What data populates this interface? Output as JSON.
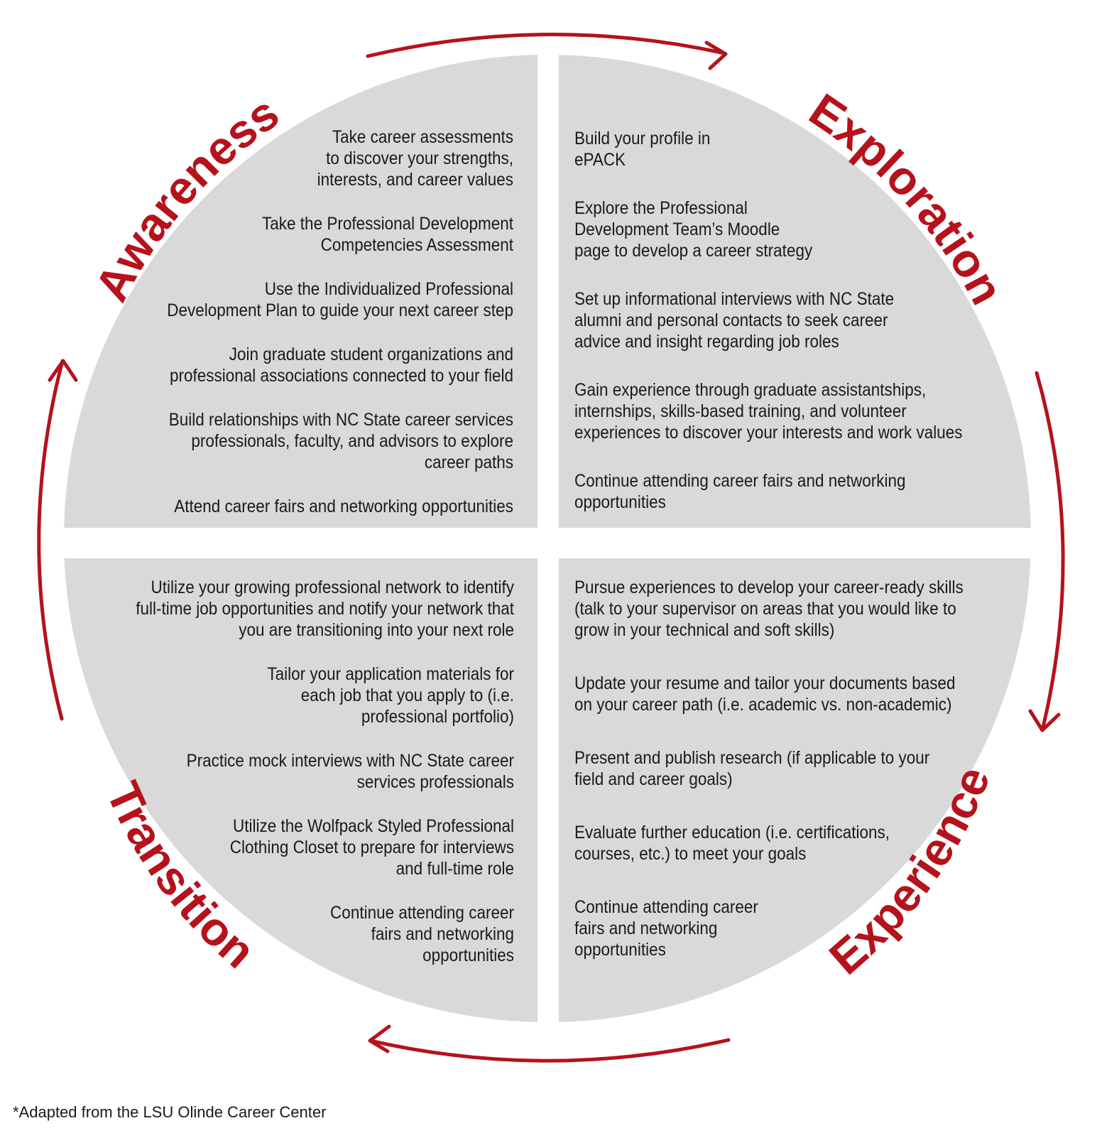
{
  "colors": {
    "accent": "#b5121b",
    "quadrant": "#d9d9d9",
    "text": "#1a1a1a"
  },
  "phases": {
    "awareness": "Awareness",
    "exploration": "Exploration",
    "experience": "Experience",
    "transition": "Transition"
  },
  "quadrants": {
    "awareness": [
      "Take career assessments\nto discover your strengths,\ninterests, and career values",
      "Take the Professional Development\nCompetencies Assessment",
      "Use the Individualized Professional\nDevelopment Plan to guide your next career step",
      "Join graduate student organizations and\nprofessional associations connected to your field",
      "Build relationships with NC State career services\nprofessionals, faculty, and advisors to explore\ncareer paths",
      "Attend career fairs and networking opportunities"
    ],
    "exploration": [
      "Build your profile in\nePACK",
      "Explore the Professional\nDevelopment Team’s Moodle\npage to develop a career strategy",
      "Set up informational interviews with NC State\nalumni and personal contacts to seek career\nadvice and insight regarding job roles",
      "Gain experience through graduate assistantships,\ninternships, skills-based training, and volunteer\nexperiences to discover your interests and work values",
      "Continue attending career fairs and networking\nopportunities"
    ],
    "transition": [
      "Utilize your growing professional network to identify\nfull-time job opportunities and notify your network that\nyou are transitioning into your next role",
      "Tailor your application materials for\neach job that you apply to (i.e.\nprofessional portfolio)",
      "Practice mock interviews with NC State career\nservices professionals",
      "Utilize the Wolfpack Styled Professional\nClothing Closet to prepare for interviews\nand full-time role",
      "Continue attending career\nfairs and networking\nopportunities"
    ],
    "experience": [
      "Pursue experiences to develop your career-ready skills\n(talk to your supervisor on areas that you would like to\ngrow in your technical and soft skills)",
      "Update your resume and tailor your documents based\non your career path (i.e. academic vs. non-academic)",
      "Present and publish research (if applicable to your\nfield and career goals)",
      "Evaluate further education (i.e. certifications,\ncourses, etc.) to meet your goals",
      "Continue attending career\nfairs and networking\nopportunities"
    ]
  },
  "footnote": "*Adapted from the LSU Olinde Career Center"
}
